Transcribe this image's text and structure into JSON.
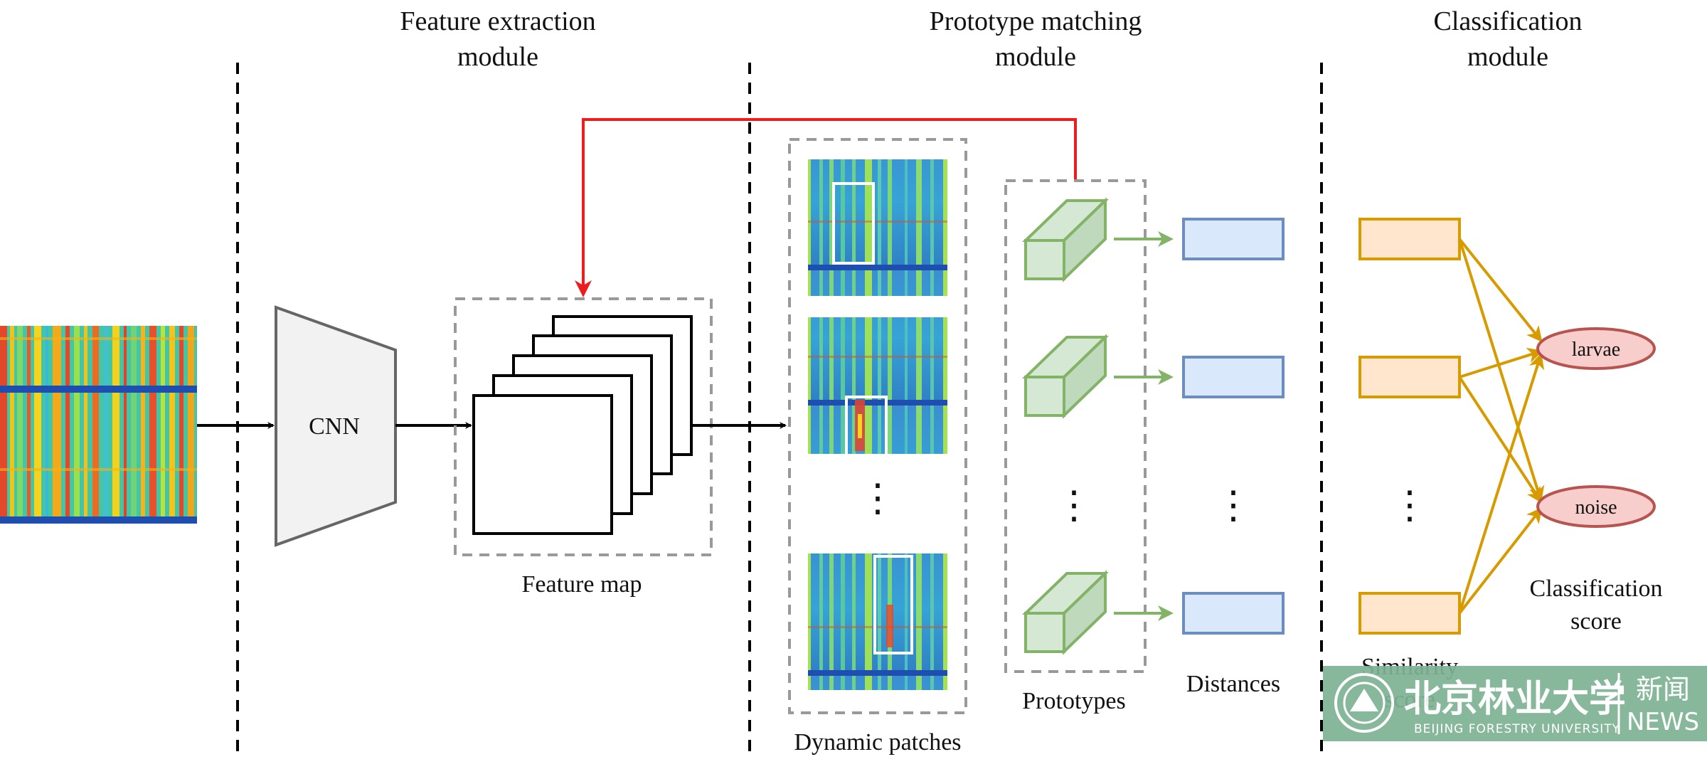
{
  "modules": {
    "feature_extraction": [
      "Feature extraction",
      "module"
    ],
    "prototype_matching": [
      "Prototype matching",
      "module"
    ],
    "classification": [
      "Classification",
      "module"
    ]
  },
  "labels": {
    "cnn": "CNN",
    "feature_map": "Feature map",
    "dynamic_patches": "Dynamic patches",
    "prototypes": "Prototypes",
    "distances": "Distances",
    "similarity_score": [
      "Similarity",
      "score"
    ],
    "classification_score": [
      "Classification",
      "score"
    ],
    "ellipsis": "⋮"
  },
  "classes": [
    "larvae",
    "noise"
  ],
  "colors": {
    "feedback_arrow": "#ee1c1c",
    "prototype_arrow": "#82b366",
    "prototype_fill": "#d5e8d4",
    "distance_stroke": "#6c8ebf",
    "distance_fill": "#dae8fc",
    "similarity_stroke": "#d79b00",
    "similarity_fill": "#ffe6cc",
    "class_stroke": "#b85450",
    "class_fill": "#f8cecc",
    "watermark": "#7fb394"
  },
  "watermark": {
    "university_cn": "北京林业大学",
    "university_en": "BEIJING FORESTRY UNIVERSITY",
    "news_cn": "新闻",
    "news_en": "NEWS"
  }
}
